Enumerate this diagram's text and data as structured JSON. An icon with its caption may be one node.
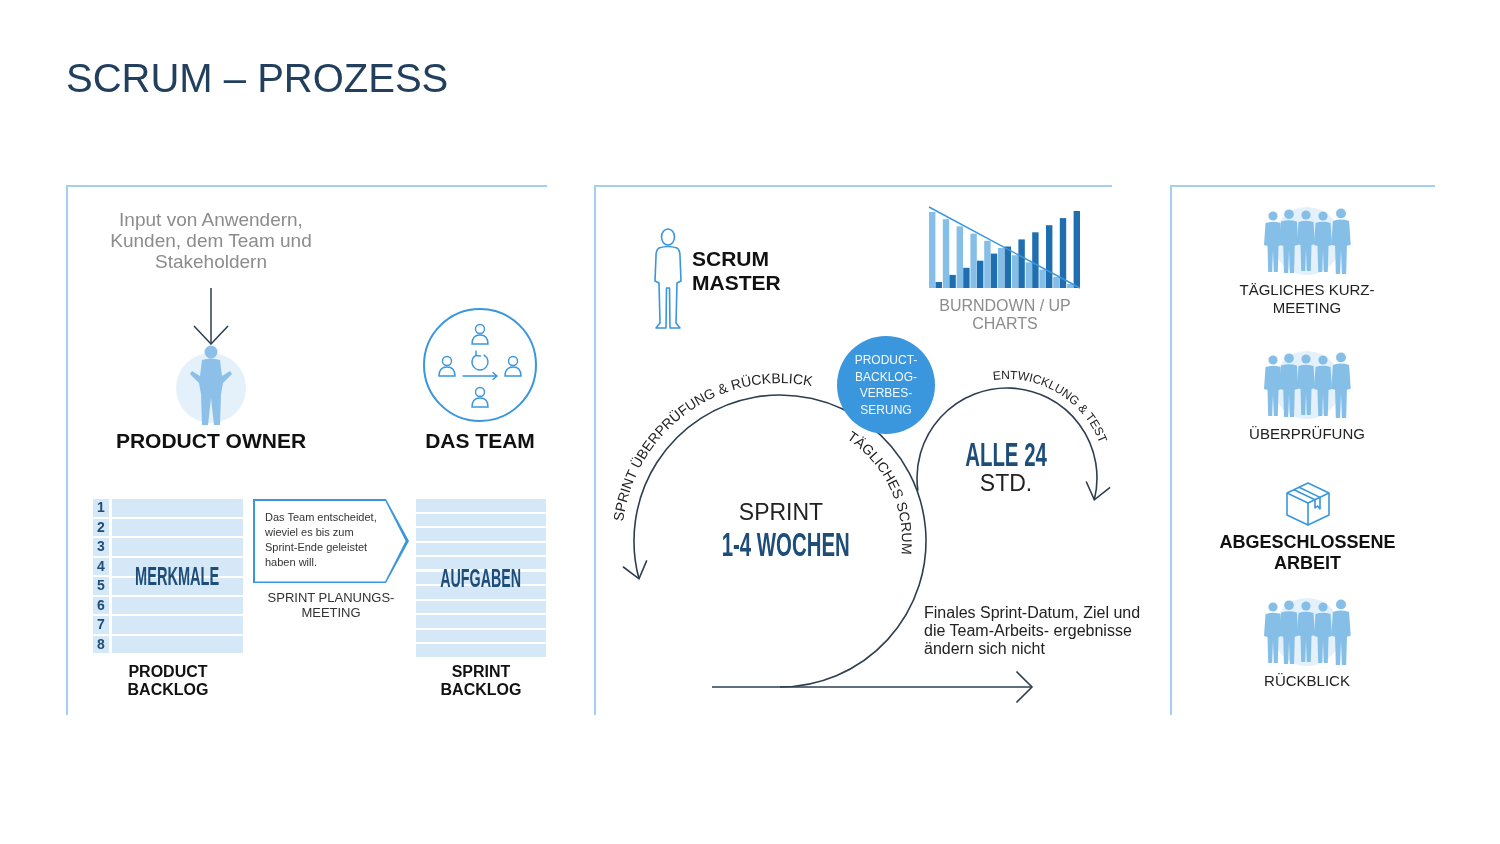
{
  "diagram": {
    "title": "SCRUM – PROZESS",
    "nodes": [
      {
        "text": [
          "Input von Anwendern, Kunden, dem Team und Stakeholdern"
        ]
      },
      {
        "text": [
          "PRODUCT OWNER"
        ]
      },
      {
        "text": [
          "DAS TEAM"
        ]
      },
      {
        "text": [
          "1",
          "2",
          "3",
          "4",
          "5",
          "6",
          "7",
          "8",
          "MERKMALE",
          "PRODUCT BACKLOG"
        ]
      },
      {
        "text": [
          "Das Team entscheidet, wieviel es bis zum Sprint-Ende geleistet haben will."
        ],
        "beside": [
          "SPRINT PLANUNGS- MEETING"
        ]
      },
      {
        "text": [
          "AUFGABEN",
          "SPRINT BACKLOG"
        ]
      },
      {
        "text": [
          "SCRUM MASTER"
        ]
      },
      {
        "text": [
          "BURNDOWN / UP CHARTS"
        ]
      },
      {
        "text": [
          "PRODUCT- BACKLOG- VERBES- SERUNG"
        ]
      },
      {
        "text": [
          "TÄGLICHES KURZ- MEETING"
        ]
      },
      {
        "text": [
          "ÜBERPRÜFUNG"
        ]
      },
      {
        "text": [
          "ABGESCHLOSSENE ARBEIT"
        ]
      },
      {
        "text": [
          "RÜCKBLICK"
        ]
      }
    ],
    "edges": [
      {
        "from": 0,
        "to": 1,
        "arrow": "to"
      }
    ],
    "labels": [
      "SPRINT ÜBERPRÜFUNG & RÜCKBLICK",
      "ENTWICKLUNG & TEST",
      "TÄGLICHES SCRUM",
      "SPRINT",
      "1-4 WOCHEN",
      "ALLE 24",
      "STD.",
      "Finales Sprint-Datum, Ziel und die Team-Arbeits- ergebnisse ändern sich nicht"
    ]
  }
}
